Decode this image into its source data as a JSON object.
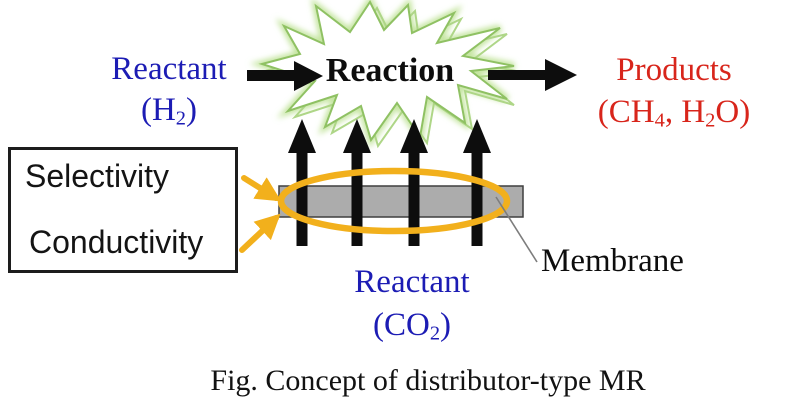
{
  "figure": {
    "caption": "Fig. Concept of distributor-type MR"
  },
  "labels": {
    "reactant_top": {
      "title": "Reactant",
      "formula": {
        "p1": "(H",
        "s1": "2",
        "p2": ")"
      }
    },
    "reaction": "Reaction",
    "products": {
      "title": "Products",
      "formula": {
        "p1": "(CH",
        "s1": "4",
        "p2": ", H",
        "s2": "2",
        "p3": "O)"
      }
    },
    "properties_box": {
      "items": [
        {
          "label": "Selectivity"
        },
        {
          "label": "Conductivity"
        }
      ]
    },
    "membrane": "Membrane",
    "reactant_bottom": {
      "title": "Reactant",
      "formula": {
        "p1": "(CO",
        "s1": "2",
        "p2": ")"
      }
    }
  },
  "colors": {
    "reactant_blue": "#1c1cb4",
    "products_red": "#d8251b",
    "annotation_orange": "#f2b01c",
    "membrane_gray": "#acacac",
    "starburst_green": "#8fc163",
    "arrow_black": "#0d0d0d",
    "background": "#ffffff"
  }
}
